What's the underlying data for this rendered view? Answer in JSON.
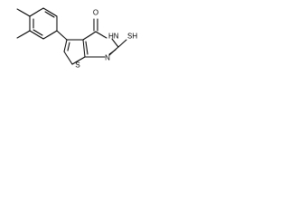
{
  "molecule": {
    "atoms": {
      "carbonyl_oxygen": "O",
      "ring_nh": "HN",
      "thiol": "SH",
      "pyrimidine_n": "N",
      "thiophene_s": "S"
    }
  },
  "colors": {
    "bond": "#000000",
    "label": "#000000",
    "background": "#ffffff"
  }
}
